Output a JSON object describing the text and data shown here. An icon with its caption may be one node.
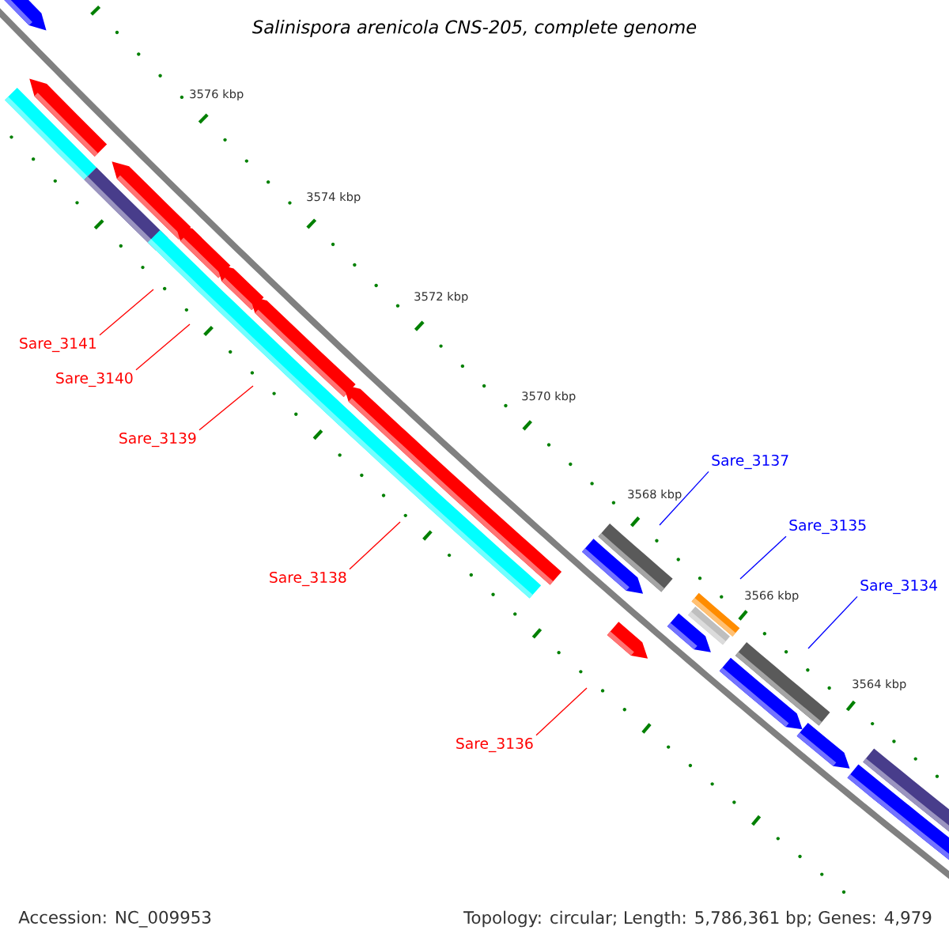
{
  "diagram": {
    "title": "Salinispora arenicola CNS-205, complete genome",
    "nodes": [
      {
        "text": [
          "Sare_3141"
        ]
      },
      {
        "text": [
          "Sare_3140"
        ]
      },
      {
        "text": [
          "Sare_3139"
        ]
      },
      {
        "text": [
          "Sare_3137"
        ]
      },
      {
        "text": [
          "Sare_3135"
        ]
      },
      {
        "text": [
          "Sare_3138"
        ]
      },
      {
        "text": [
          "Sare_3134"
        ]
      },
      {
        "text": [
          "Sare_3136"
        ]
      }
    ],
    "edges": [
      {
        "from": 0,
        "to": null,
        "arrow": "none"
      },
      {
        "from": 1,
        "to": null,
        "arrow": "none"
      },
      {
        "from": 2,
        "to": null,
        "arrow": "none"
      },
      {
        "from": 3,
        "to": null,
        "arrow": "none",
        "color": "#0000ff"
      },
      {
        "from": 4,
        "to": null,
        "arrow": "none",
        "color": "#0000ff"
      },
      {
        "from": 5,
        "to": null,
        "arrow": "none"
      },
      {
        "from": 6,
        "to": null,
        "arrow": "none",
        "color": "#0000ff"
      },
      {
        "from": 7,
        "to": null,
        "arrow": "none"
      }
    ],
    "labels": [
      "3576 kbp",
      "3574 kbp",
      "3572 kbp",
      "3570 kbp",
      "3568 kbp",
      "3566 kbp",
      "3564 kbp",
      "Accession: NC_009953",
      "Topology: circular; Length: 5,786,361 bp; Genes: 4,979"
    ]
  }
}
